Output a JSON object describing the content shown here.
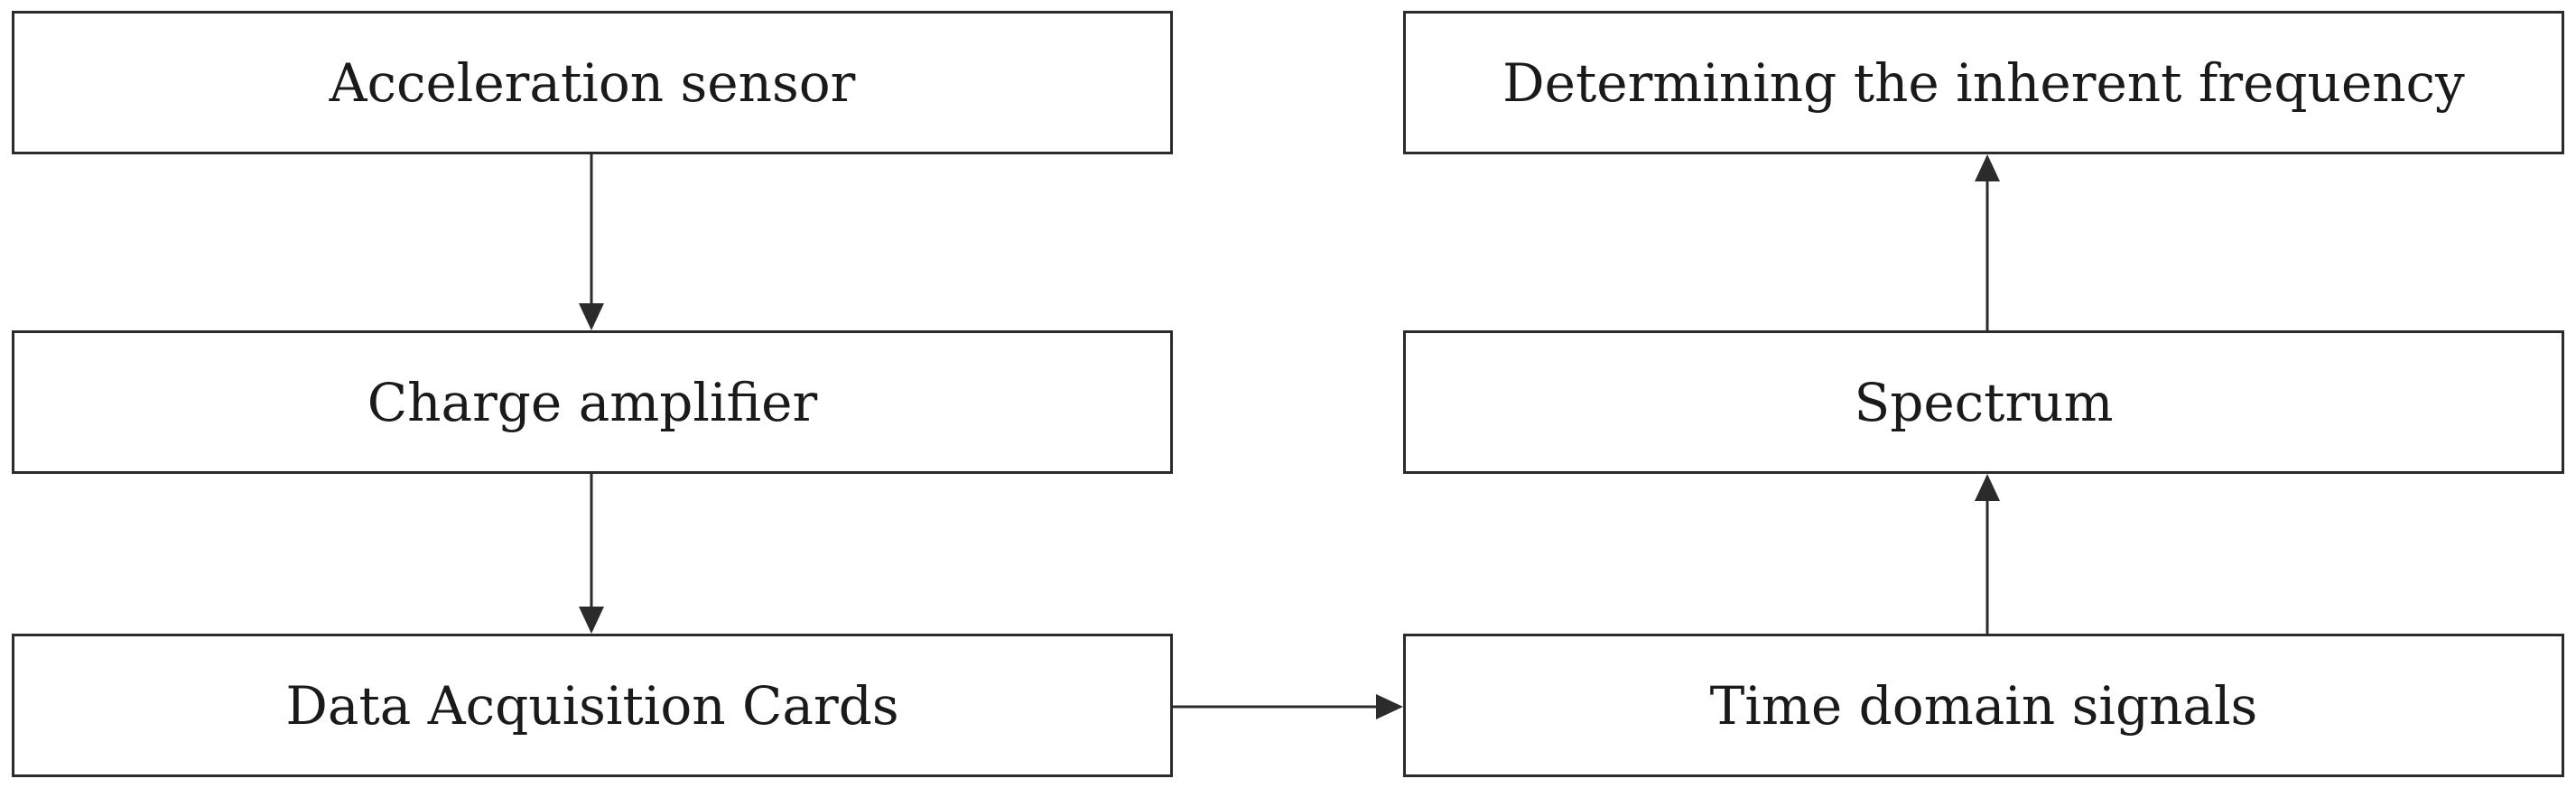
{
  "diagram": {
    "nodes": {
      "acceleration_sensor": "Acceleration sensor",
      "charge_amplifier": "Charge amplifier",
      "data_acquisition_cards": "Data Acquisition Cards",
      "time_domain_signals": "Time domain signals",
      "spectrum": "Spectrum",
      "inherent_frequency": "Determining the inherent frequency"
    },
    "edges": [
      {
        "from": "acceleration_sensor",
        "to": "charge_amplifier"
      },
      {
        "from": "charge_amplifier",
        "to": "data_acquisition_cards"
      },
      {
        "from": "data_acquisition_cards",
        "to": "time_domain_signals"
      },
      {
        "from": "time_domain_signals",
        "to": "spectrum"
      },
      {
        "from": "spectrum",
        "to": "inherent_frequency"
      }
    ],
    "colors": {
      "stroke": "#2b2b2b",
      "text": "#1a1a1a",
      "background": "#ffffff"
    }
  }
}
